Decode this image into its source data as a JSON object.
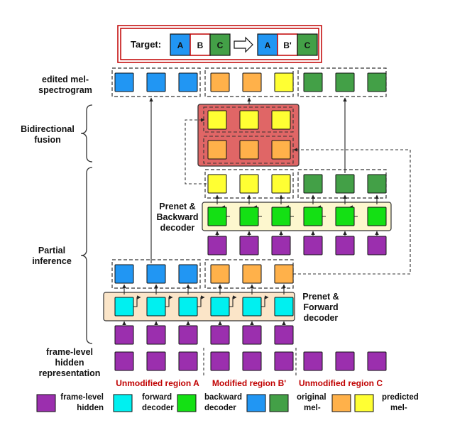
{
  "target": {
    "label": "Target:",
    "left_blocks": [
      "A",
      "B",
      "C"
    ],
    "right_blocks": [
      "A",
      "B'",
      "C"
    ]
  },
  "left_labels": {
    "edited_line1": "edited mel-",
    "edited_line2": "spectrogram",
    "fusion_line1": "Bidirectional",
    "fusion_line2": "fusion",
    "partial_line1": "Partial",
    "partial_line2": "inference",
    "frame_line1": "frame-level",
    "frame_line2": "hidden",
    "frame_line3": "representation"
  },
  "decoder_labels": {
    "backward_line1": "Prenet &",
    "backward_line2": "Backward",
    "backward_line3": "decoder",
    "forward_line1": "Prenet &",
    "forward_line2": "Forward",
    "forward_line3": "decoder"
  },
  "regions": [
    "Unmodified region A",
    "Modified region B'",
    "Unmodified region C"
  ],
  "legend": [
    {
      "line1": "frame-level",
      "line2": "hidden"
    },
    {
      "line1": "forward",
      "line2": "decoder"
    },
    {
      "line1": "backward",
      "line2": "decoder"
    },
    {
      "line1": "original",
      "line2": "mel-"
    },
    {
      "line1": "predicted",
      "line2": "mel-"
    }
  ],
  "colors": {
    "purple": "#9B2FAE",
    "cyan": "#00F0F0",
    "green": "#14E014",
    "blue": "#2196F3",
    "dark_green": "#43A047",
    "orange": "#FFB14A",
    "yellow": "#FFFF33",
    "fusion_fill": "#E06666",
    "decoder_bg": "#FDF7CE",
    "forward_bg": "#FBE5C8",
    "region_text": "#C00000",
    "target_border": "#C00000"
  }
}
